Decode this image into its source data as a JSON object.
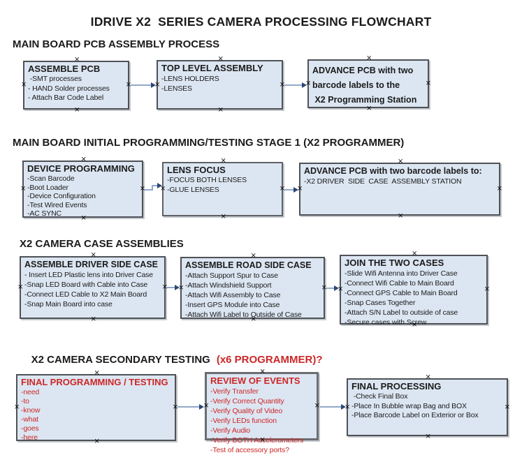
{
  "title": "IDRIVE X2  SERIES CAMERA PROCESSING FLOWCHART",
  "colors": {
    "box_fill": "#dce6f2",
    "box_border": "#4e5156",
    "arrow_line": "#92a9c8",
    "arrow_head": "#2d4778",
    "red_text": "#cc2727",
    "black_text": "#1b1b1b"
  },
  "icons": {
    "connector_x": "×"
  },
  "sections": [
    {
      "heading": "MAIN BOARD PCB ASSEMBLY PROCESS",
      "boxes": [
        {
          "title": "ASSEMBLE PCB",
          "items": [
            " -SMT processes",
            "- HAND Solder processes",
            "- Attach Bar Code Label"
          ]
        },
        {
          "title": "TOP LEVEL ASSEMBLY",
          "items": [
            "-LENS HOLDERS",
            "-LENSES"
          ]
        },
        {
          "title": "",
          "items": [
            "ADVANCE PCB with two",
            "barcode labels to the",
            " X2 Programming Station"
          ]
        }
      ]
    },
    {
      "heading": "MAIN BOARD INITIAL PROGRAMMING/TESTING STAGE 1 (X2 PROGRAMMER)",
      "boxes": [
        {
          "title": "DEVICE PROGRAMMING",
          "items": [
            "-Scan Barcode",
            "-Boot Loader",
            "-Device Configuration",
            "-Test Wired Events",
            "-AC SYNC"
          ]
        },
        {
          "title": "LENS FOCUS",
          "items": [
            "-FOCUS BOTH LENSES",
            "-GLUE LENSES"
          ]
        },
        {
          "title": "ADVANCE PCB with two barcode labels to:",
          "items": [
            "-X2 DRIVER  SIDE  CASE  ASSEMBLY STATION"
          ]
        }
      ]
    },
    {
      "heading": "X2 CAMERA CASE ASSEMBLIES",
      "boxes": [
        {
          "title": "ASSEMBLE DRIVER SIDE CASE",
          "items": [
            "- Insert LED Plastic lens into Driver Case",
            "-Snap LED Board with Cable into Case",
            "-Connect LED Cable to X2 Main Board",
            "-Snap Main Board into case"
          ]
        },
        {
          "title": "ASSEMBLE ROAD SIDE CASE",
          "items": [
            "-Attach Support Spur to Case",
            "-Attach Windshield Support",
            "-Attach Wifi Assembly to Case",
            "-Insert GPS Module into Case",
            "-Attach Wifi Label to Outside of Case"
          ]
        },
        {
          "title": "JOIN THE TWO CASES",
          "items": [
            "-Slide Wifi Antenna into Driver Case",
            "-Connect Wifi Cable to Main Board",
            "-Connect GPS Cable to Main Board",
            "-Snap Cases Together",
            "-Attach S/N Label to outside of case",
            "-Secure cases with Screw"
          ]
        }
      ]
    },
    {
      "heading": "X2 CAMERA SECONDARY TESTING",
      "heading_red": "(x6 PROGRAMMER)?",
      "boxes": [
        {
          "title": "FINAL PROGRAMMING / TESTING",
          "items": [
            "-need",
            "-to",
            "-know",
            "-what",
            "-goes",
            "-here"
          ]
        },
        {
          "title": "REVIEW OF EVENTS",
          "items": [
            "-Verify Transfer",
            "-Verify Correct Quantity",
            "-Verify Quality of Video",
            "-Verify LEDs function",
            "-Verify Audio",
            "-Verify BOTH Accelerometers",
            "-Test of accessory ports?"
          ]
        },
        {
          "title": "FINAL PROCESSING",
          "items": [
            " -Check Final Box",
            "-Place In Bubble wrap Bag and BOX",
            "-Place Barcode Label on Exterior or Box"
          ]
        }
      ]
    }
  ]
}
